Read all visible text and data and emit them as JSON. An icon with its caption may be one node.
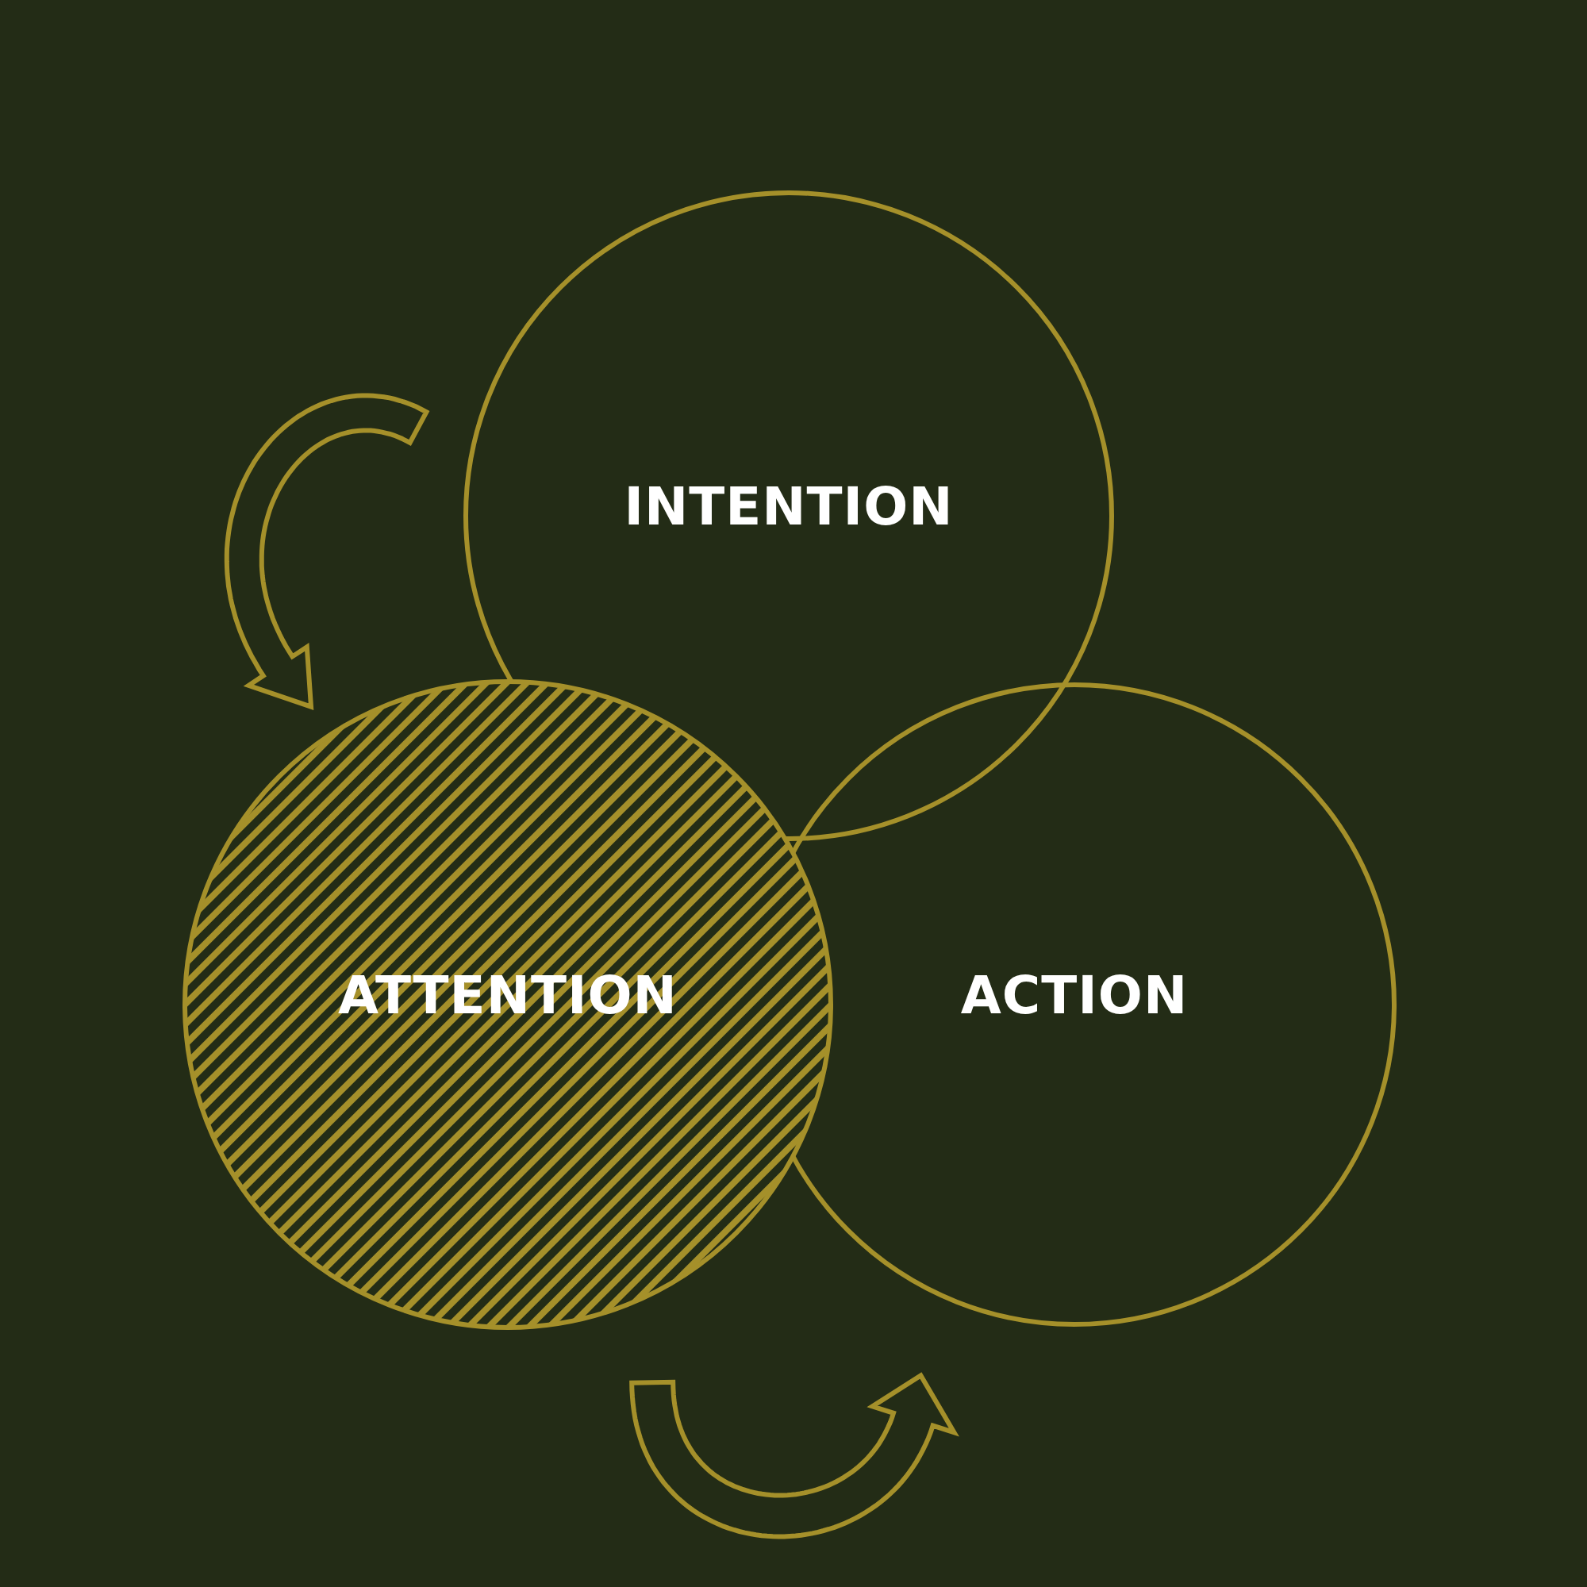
{
  "diagram": {
    "nodes": [
      {
        "text": [
          "INTENTION"
        ]
      },
      {
        "text": [
          "ATTENTION"
        ]
      },
      {
        "text": [
          "ACTION"
        ]
      }
    ],
    "edges": [
      {
        "from": 0,
        "to": 1,
        "arrow": "to"
      },
      {
        "from": 1,
        "to": 2,
        "arrow": "to"
      }
    ]
  }
}
